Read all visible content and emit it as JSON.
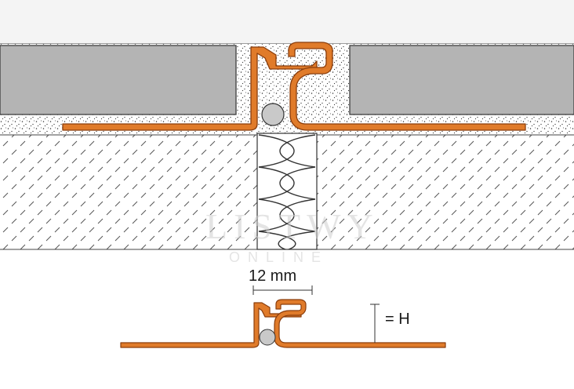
{
  "labels": {
    "joint_width": "12 mm",
    "height": "= H"
  },
  "watermark": {
    "main": "LISTWY",
    "sub": "ONLINE"
  },
  "colors": {
    "profile": "#e07b2a",
    "profile_edge": "#8a3d0c",
    "tile": "#b4b4b4",
    "wall_top": "#f4f4f4",
    "bead": "#c9c9c9",
    "hatch": "#555555"
  }
}
